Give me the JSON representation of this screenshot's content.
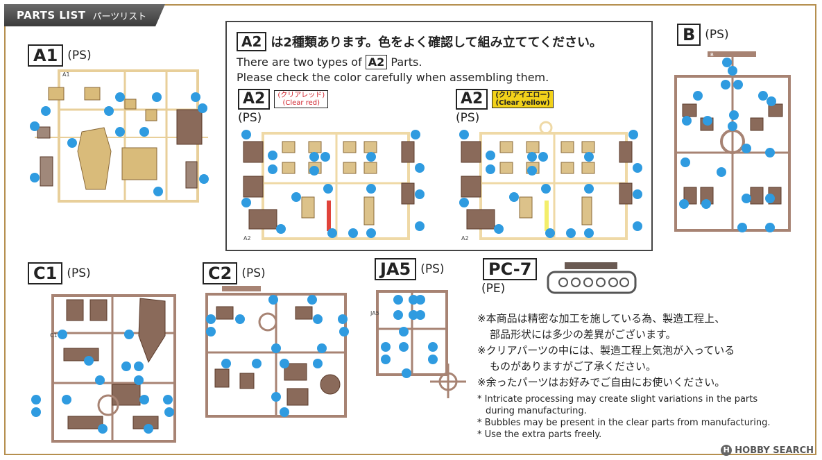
{
  "header": {
    "title_en": "PARTS LIST",
    "title_ja": "パーツリスト"
  },
  "sprues": {
    "a1": {
      "code": "A1",
      "material": "(PS)",
      "tag": "A1"
    },
    "b": {
      "code": "B",
      "material": "(PS)",
      "tag": "B"
    },
    "c1": {
      "code": "C1",
      "material": "(PS)",
      "tag": "C1"
    },
    "c2": {
      "code": "C2",
      "material": "(PS)"
    },
    "ja5": {
      "code": "JA5",
      "material": "(PS)",
      "tag": "JA5"
    },
    "pc7": {
      "code": "PC-7",
      "material": "(PE)"
    }
  },
  "a2_callout": {
    "code": "A2",
    "headline_ja": "は2種類あります。色をよく確認して組み立ててください。",
    "en_line1_pre": "There are two types of",
    "en_line1_post": "Parts.",
    "en_line2": "Please check the color carefully when assembling them.",
    "variant_red": {
      "code": "A2",
      "tag_ja": "(クリアレッド)",
      "tag_en": "(Clear red)",
      "material": "(PS)",
      "tag": "A2"
    },
    "variant_yellow": {
      "code": "A2",
      "tag_ja": "(クリアイエロー)",
      "tag_en": "(Clear yellow)",
      "material": "(PS)",
      "tag": "A2"
    }
  },
  "notes": {
    "jp1_a": "※本商品は精密な加工を施している為、製造工程上、",
    "jp1_b": "部品形状には多少の差異がございます。",
    "jp2_a": "※クリアパーツの中には、製造工程上気泡が入っている",
    "jp2_b": "ものがありますがご了承ください。",
    "jp3": "※余ったパーツはお好みでご自由にお使いください。",
    "en1_a": "* Intricate processing may create slight variations in the parts",
    "en1_b": "during manufacturing.",
    "en2": "* Bubbles may be present in the clear parts from manufacturing.",
    "en3": "* Use the extra parts freely."
  },
  "watermark": {
    "text": "HOBBY SEARCH",
    "logo": "H"
  },
  "colors": {
    "a1_part": "#d9bb7a",
    "a1_runner": "#e8cf9a",
    "brown_part": "#8a6a5a",
    "brown_runner": "#a78373",
    "callout_runner": "#efd9a6",
    "callout_part": "#dcc28a",
    "clear_red": "#e0433a",
    "clear_yellow": "#f3ee6a",
    "badge": "#2f9be0",
    "border": "#b58f4e"
  }
}
